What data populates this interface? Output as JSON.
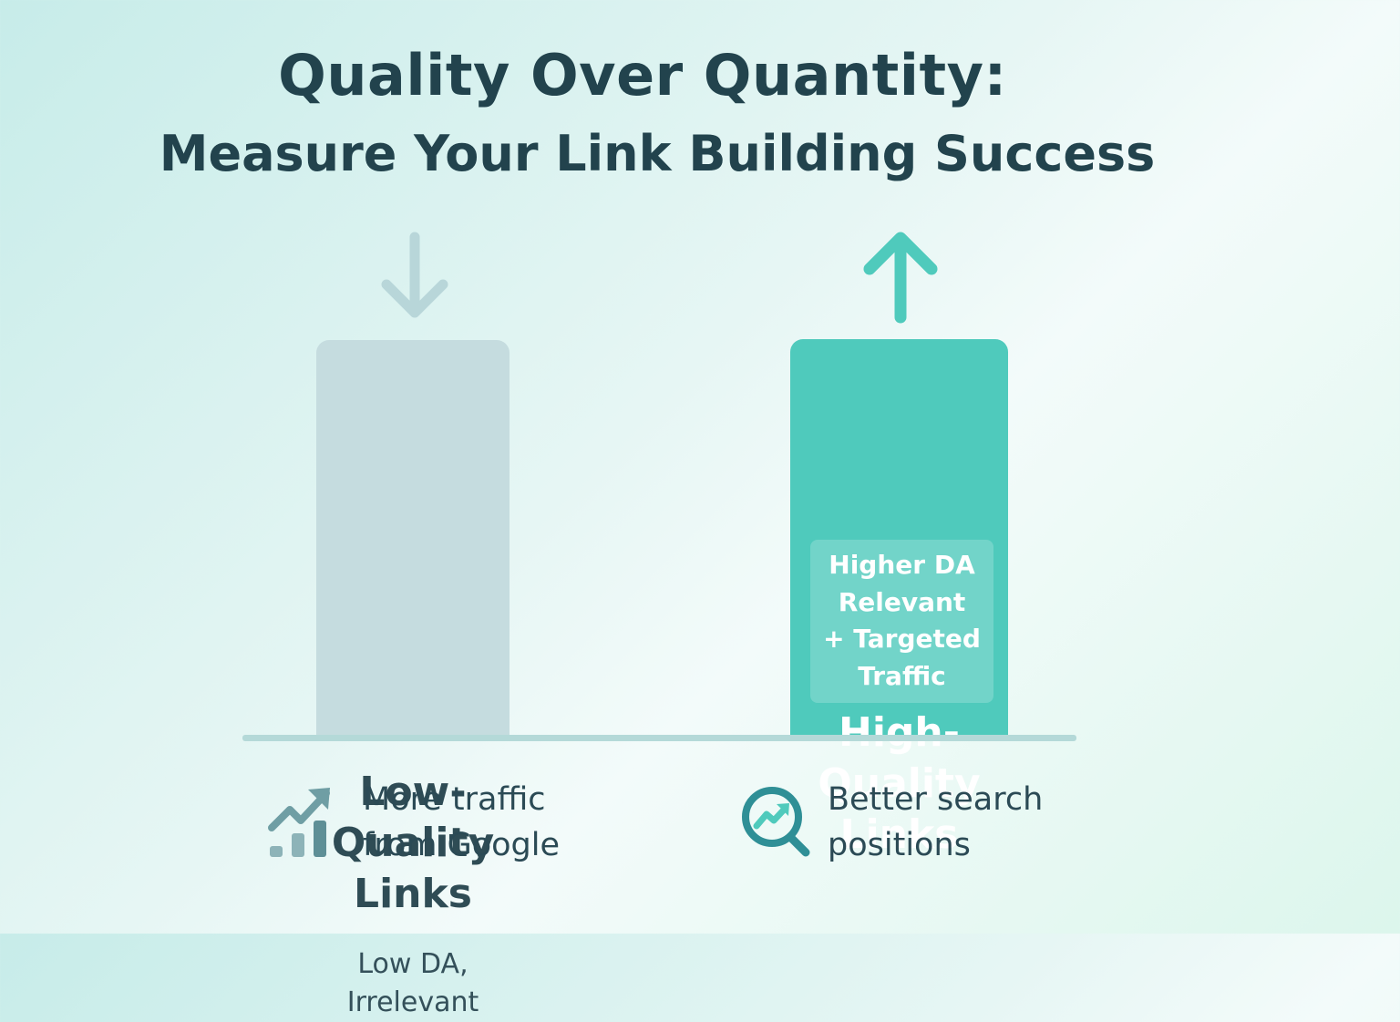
{
  "header": {
    "title": "Quality Over Quantity:",
    "subtitle": "Measure Your Link Building Success"
  },
  "comparison": {
    "low": {
      "label_lines": [
        "Low-",
        "Quality",
        "Links"
      ],
      "detail_lines": [
        "Low DA,",
        "Irrelevant"
      ],
      "arrow_icon": "arrow-down-icon",
      "color": "#c5dcdf"
    },
    "high": {
      "label_lines": [
        "High-",
        "Quality",
        "Links"
      ],
      "detail_lines": [
        "Higher DA",
        "Relevant",
        "+ Targeted",
        "Traffic"
      ],
      "arrow_icon": "arrow-up-icon",
      "color": "#4fcabc"
    }
  },
  "benefits": [
    {
      "icon": "growth-chart-icon",
      "lines": [
        "More traffic",
        "from Google"
      ]
    },
    {
      "icon": "search-trend-icon",
      "lines": [
        "Better search",
        "positions"
      ]
    }
  ],
  "colors": {
    "text": "#22434d",
    "accent": "#4fcabc",
    "muted": "#c5dcdf",
    "icon": "#5e8f96"
  }
}
